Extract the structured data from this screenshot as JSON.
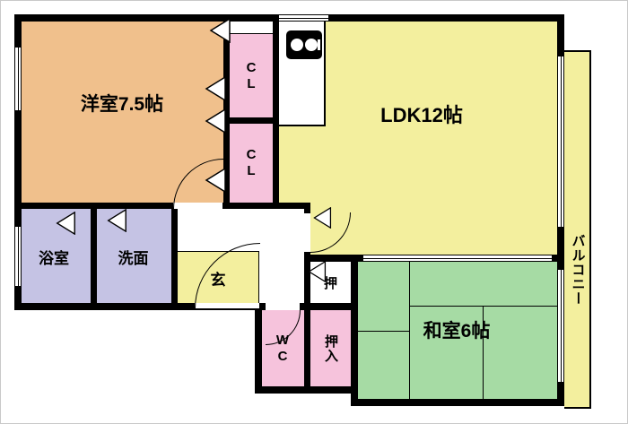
{
  "plan_type": "apartment-floor-plan",
  "rooms": {
    "western": {
      "label": "洋室7.5帖",
      "name": "洋室",
      "size": "7.5帖",
      "color": "#f0c08c"
    },
    "closet_top": {
      "label": "CL",
      "color": "#f6c3dc"
    },
    "closet_bottom": {
      "label": "CL",
      "color": "#f6c3dc"
    },
    "ldk": {
      "label": "LDK12帖",
      "name": "LDK",
      "size": "12帖",
      "color": "#f3ef9e"
    },
    "balcony": {
      "label": "バルコニー",
      "color": "#f3ef9e"
    },
    "bath": {
      "label": "浴室",
      "color": "#c5c3e4"
    },
    "washroom": {
      "label": "洗面",
      "color": "#c5c3e4"
    },
    "entrance": {
      "label": "玄",
      "color": "#f3ef9e"
    },
    "wc": {
      "label": "WC",
      "color": "#f6c3dc"
    },
    "oshi": {
      "label": "押",
      "color": "#ffffff"
    },
    "oshiire": {
      "label": "押入",
      "color": "#f6c3dc"
    },
    "japanese": {
      "label": "和室6帖",
      "name": "和室",
      "size": "6帖",
      "color": "#a6dba4"
    }
  },
  "icons": {
    "stove": "stove-icon",
    "door_swing": "door-arc",
    "folding_door": "triangle-marker",
    "window": "double-line-window"
  },
  "wall_color": "#000000"
}
